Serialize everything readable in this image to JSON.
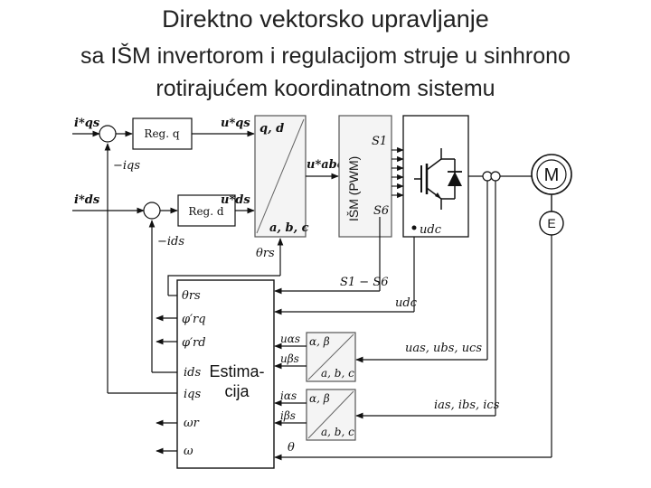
{
  "title": {
    "line1": "Direktno vektorsko upravljanje",
    "line2": "sa IŠM invertorom i regulacijom struje u sinhrono",
    "line3": "rotirajućem koordinatnom sistemu"
  },
  "diagram": {
    "inputs": {
      "iqs_ref": "i*qs",
      "ids_ref": "i*ds"
    },
    "feedback": {
      "neg_iqs": "−iqs",
      "neg_ids": "−ids"
    },
    "regulators": {
      "reg_q": "Reg. q",
      "reg_d": "Reg. d"
    },
    "controller_outputs": {
      "uqs_ref": "u*qs",
      "uds_ref": "u*ds"
    },
    "transform_dq_abc": {
      "top": "q, d",
      "bottom": "a, b, c",
      "angle": "θrs",
      "output": "u*abcs"
    },
    "pwm": {
      "label": "IŠM (PWM)",
      "s1": "S1",
      "s6": "S6"
    },
    "inverter": {
      "udc": "udc"
    },
    "motor": {
      "label": "M"
    },
    "encoder": {
      "label": "E"
    },
    "estimator": {
      "label_line1": "Estima-",
      "label_line2": "cija",
      "signals": [
        "θrs",
        "φ′rq",
        "φ′rd",
        "ids",
        "iqs",
        "ωr",
        "ω"
      ],
      "inputs": [
        "S1 − S6",
        "udc",
        "θ"
      ]
    },
    "voltage_transform": {
      "top": "α, β",
      "bottom": "a, b, c",
      "out_alpha": "uαs",
      "out_beta": "uβs",
      "input": "uas, ubs, ucs"
    },
    "current_transform": {
      "top": "α, β",
      "bottom": "a, b, c",
      "out_alpha": "iαs",
      "out_beta": "iβs",
      "input": "ias, ibs, ics"
    }
  }
}
